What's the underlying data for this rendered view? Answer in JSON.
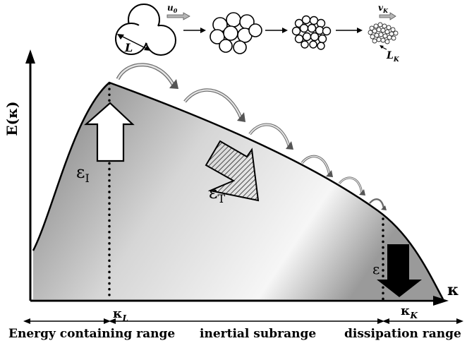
{
  "axes": {
    "y_label": "E(κ)",
    "x_label": "κ"
  },
  "eddies": {
    "large_eddy_length": "L",
    "large_eddy_velocity": "u",
    "large_eddy_velocity_sub": "0",
    "kolmogorov_velocity": "v",
    "kolmogorov_velocity_sub": "K",
    "kolmogorov_length": "L",
    "kolmogorov_length_sub": "K"
  },
  "fluxes": {
    "injection": "ε",
    "injection_sub": "I",
    "transfer": "ε",
    "transfer_sub": "T",
    "dissipation": "ε"
  },
  "wavenumbers": {
    "integral": "κ",
    "integral_sub": "L",
    "kolmogorov": "κ",
    "kolmogorov_sub": "K"
  },
  "ranges": {
    "energy_containing": "Energy containing range",
    "inertial": "inertial subrange",
    "dissipation": "dissipation range"
  },
  "colors": {
    "ink": "#000000",
    "fill_dark": "#8a8a8a",
    "fill_light": "#f4f4f4",
    "arrow_gray": "#9a9a9a"
  }
}
